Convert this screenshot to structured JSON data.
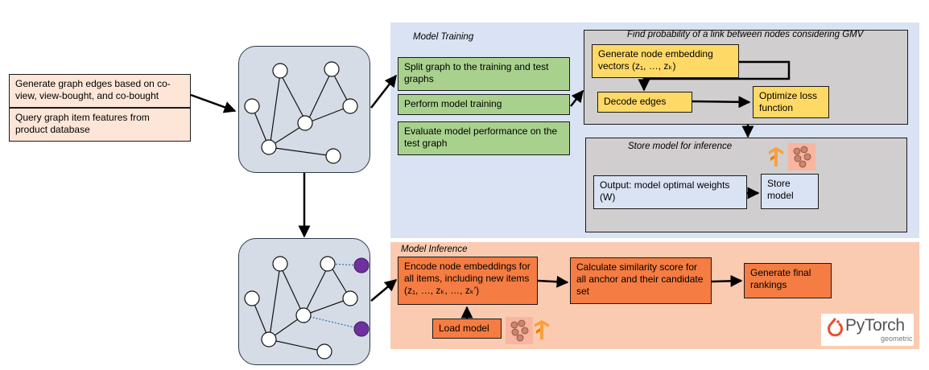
{
  "input": {
    "edges": "Generate graph edges based on co-view, view-bought, and co-bought",
    "features": "Query graph item features from product database"
  },
  "training": {
    "title": "Model Training",
    "split": "Split graph to the training and test graphs",
    "train": "Perform model training",
    "evaluate": "Evaluate model performance on the test graph"
  },
  "gmv": {
    "title": "Find probability of a link between nodes considering GMV",
    "generate": "Generate node embedding vectors (z₁, …, zₖ)",
    "decode": "Decode edges",
    "optimize": "Optimize loss function"
  },
  "store": {
    "title": "Store model for inference",
    "output": "Output:  model optimal weights (W)",
    "store_model": "Store model"
  },
  "inference": {
    "title": "Model Inference",
    "encode": "Encode node embeddings for all items, including new items (z₁, …, zₖ, …, zₖ′)",
    "similarity": "Calculate similarity score for all anchor and their candidate set",
    "rankings": "Generate final rankings",
    "load": "Load model"
  },
  "pytorch": {
    "name": "PyTorch",
    "sub": "geometric"
  },
  "colors": {
    "training_bg": "#dae3f3",
    "inference_bg": "#fbcbb1",
    "gmv_bg": "#d0cece",
    "green": "#a9d18e",
    "yellow": "#ffd966",
    "orange": "#f57c42",
    "new_node": "#7030a0"
  }
}
